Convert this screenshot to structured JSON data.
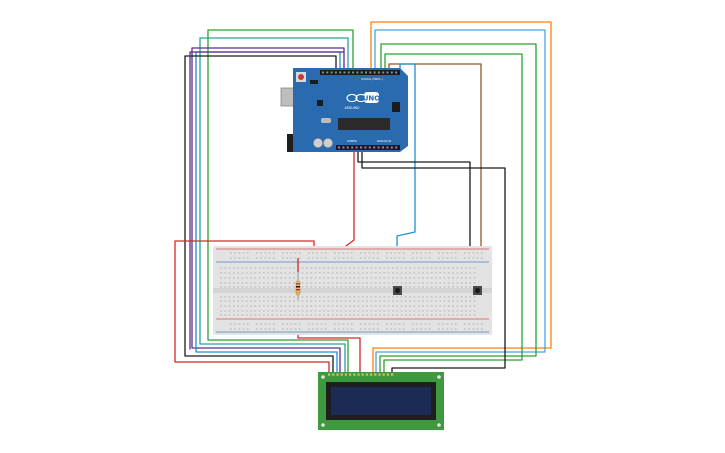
{
  "board": {
    "logo_text": "UNO",
    "brand_text": "ARDUINO",
    "digital_label": "DIGITAL (PWM~)",
    "power_label": "POWER",
    "analog_label": "ANALOG IN",
    "colors": {
      "pcb": "#2a6bb0",
      "pcb_edge": "#1d4f87",
      "header": "#1b1b1b",
      "chip": "#2b2b2b"
    }
  },
  "breadboard": {
    "colors": {
      "body": "#e3e3e3",
      "hole": "#c9c9c9",
      "rail_red": "#d9534f",
      "rail_blue": "#4a7fc1"
    }
  },
  "lcd": {
    "colors": {
      "pcb": "#3f9a3f",
      "bezel": "#1f1f1f",
      "screen": "#1c2b55"
    }
  },
  "wire_colors": {
    "red": "#d62728",
    "black": "#1a1a1a",
    "blue": "#1f8fd6",
    "green": "#2ca02c",
    "purple": "#5b2d8e",
    "orange": "#ff7f0e",
    "brown": "#8c5a2b",
    "teal": "#2aa0a0",
    "lightblue": "#4aa3df"
  }
}
